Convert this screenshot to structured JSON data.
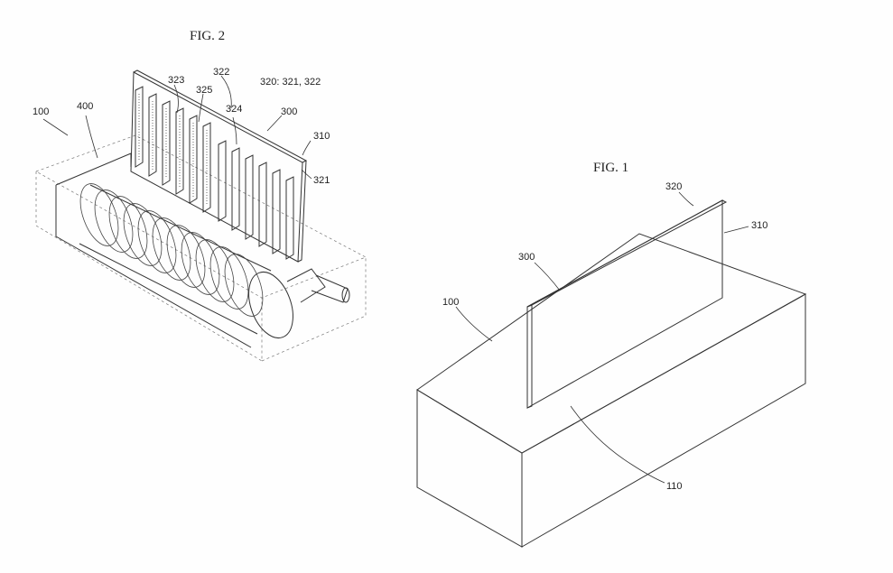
{
  "fig2": {
    "title": "FIG. 2",
    "labels": {
      "l100": "100",
      "l400": "400",
      "l323": "323",
      "l322": "322",
      "l325": "325",
      "l324": "324",
      "l320def": "320: 321, 322",
      "l300": "300",
      "l310": "310",
      "l321": "321"
    }
  },
  "fig1": {
    "title": "FIG. 1",
    "labels": {
      "l320": "320",
      "l310": "310",
      "l300": "300",
      "l100": "100",
      "l110": "110"
    }
  }
}
